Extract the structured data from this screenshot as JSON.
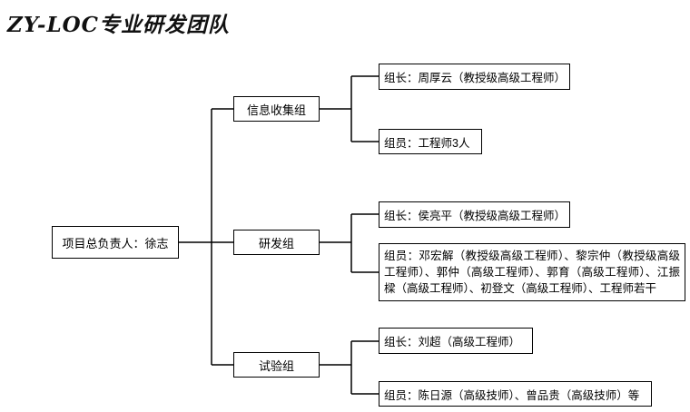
{
  "title": "ZY-LOC专业研发团队",
  "root": {
    "label": "项目总负责人：徐志"
  },
  "groups": [
    {
      "name": "信息收集组",
      "leader": "组长：周厚云（教授级高级工程师）",
      "members": "组员：工程师3人"
    },
    {
      "name": "研发组",
      "leader": "组长：侯亮平（教授级高级工程师）",
      "members": "组员：邓宏解（教授级高级工程师）、黎宗仲（教授级高级工程师）、郭仲（高级工程师）、郭育（高级工程师）、江振樑（高级工程师）、初登文（高级工程师）、工程师若干"
    },
    {
      "name": "试验组",
      "leader": "组长：刘超（高级工程师）",
      "members": "组员：陈日源（高级技师）、曾品贵（高级技师）等"
    }
  ],
  "colors": {
    "background": "#ffffff",
    "border": "#000000",
    "line": "#000000",
    "text": "#000000"
  }
}
